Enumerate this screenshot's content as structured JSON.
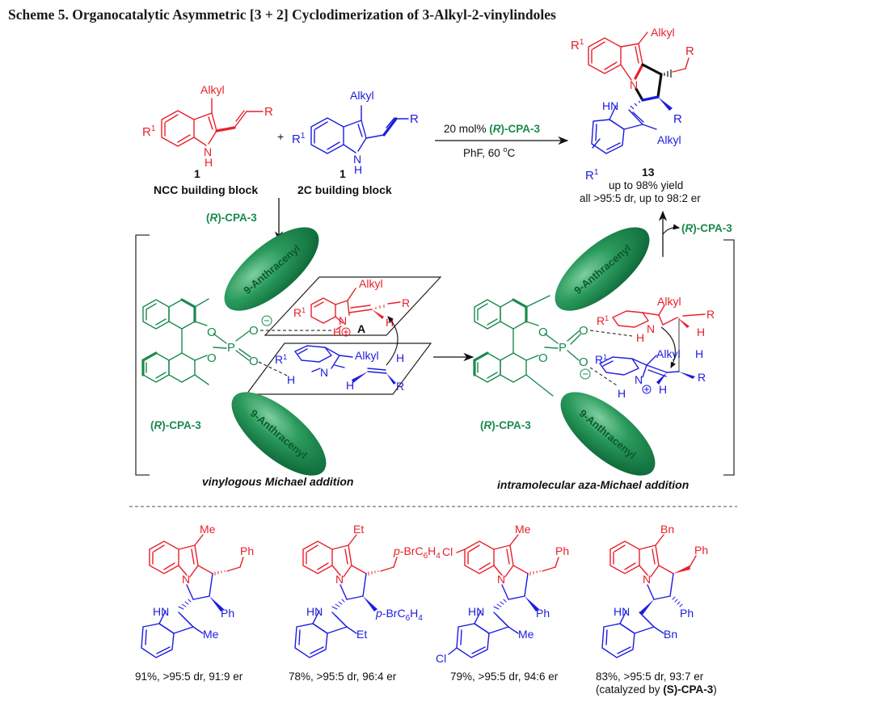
{
  "title": "Scheme 5. Organocatalytic Asymmetric [3 + 2] Cyclodimerization of 3-Alkyl-2-vinylindoles",
  "colors": {
    "ncc": "#e8202a",
    "twoC": "#1c1ce0",
    "catalyst": "#1a8a4e",
    "text": "#111111"
  },
  "reactants": {
    "ncc": {
      "compound": "1",
      "label": "NCC building block",
      "alkyl": "Alkyl",
      "r": "R",
      "r1": "R",
      "r1_sup": "1",
      "nh_n": "N",
      "nh_h": "H"
    },
    "plus": "+",
    "twoC": {
      "compound": "1",
      "label": "2C building block",
      "alkyl": "Alkyl",
      "r": "R",
      "r1": "R",
      "r1_sup": "1",
      "nh_n": "N",
      "nh_h": "H"
    }
  },
  "conditions": {
    "catalyst_loading": "20 mol% ",
    "catalyst": "(R)-CPA-3",
    "catalyst_r": "R",
    "solvent_temp": "PhF, 60 ",
    "deg": "o",
    "unit": "C"
  },
  "product": {
    "compound": "13",
    "yield": "up to 98% yield",
    "selectivity": "all >95:5 dr, up to 98:2 er",
    "alkyl_top": "Alkyl",
    "alkyl_bottom": "Alkyl",
    "r_top": "R",
    "r_bottom": "R",
    "r1": "R",
    "r1_sup": "1",
    "n": "N",
    "hn": "HN"
  },
  "down_arrow_catalyst": "(R)-CPA-3",
  "regenerated_catalyst": "(R)-CPA-3",
  "transition_states": {
    "left": {
      "caption": "vinylogous Michael addition",
      "catalyst": "(R)-CPA-3",
      "anthracenyl_top": "9-Anthracenyl",
      "anthracenyl_bottom": "9-Anthracenyl",
      "intermediate": "A",
      "alkyl_red": "Alkyl",
      "alkyl_blue": "Alkyl",
      "r_red": "R",
      "r_blue": "R",
      "h": "H"
    },
    "right": {
      "caption": "intramolecular aza-Michael addition",
      "catalyst": "(R)-CPA-3",
      "anthracenyl_top": "9-Anthracenyl",
      "anthracenyl_bottom": "9-Anthracenyl",
      "alkyl_red": "Alkyl",
      "alkyl_blue": "Alkyl",
      "r_red": "R",
      "r_blue": "R",
      "h": "H"
    },
    "atoms": {
      "o": "O",
      "p": "P"
    }
  },
  "examples": [
    {
      "top_sub": "Me",
      "side_sub": "Ph",
      "aryl": "Ph",
      "bottom_sub": "Me",
      "cl": "",
      "result": "91%, >95:5 dr, 91:9 er",
      "note": ""
    },
    {
      "top_sub": "Et",
      "side_sub": "p-BrC6H4",
      "aryl": "p-BrC6H4",
      "bottom_sub": "Et",
      "cl": "",
      "result": "78%, >95:5 dr, 96:4 er",
      "note": ""
    },
    {
      "top_sub": "Me",
      "side_sub": "Ph",
      "aryl": "Ph",
      "bottom_sub": "Me",
      "cl": "Cl",
      "result": "79%, >95:5 dr, 94:6 er",
      "note": ""
    },
    {
      "top_sub": "Bn",
      "side_sub": "Ph",
      "aryl": "Ph",
      "bottom_sub": "Bn",
      "cl": "",
      "result": "83%, >95:5 dr, 93:7 er",
      "note_prefix": "(catalyzed by ",
      "note_cat": "(S)-CPA-3",
      "note_suffix": ")"
    }
  ],
  "atoms": {
    "n": "N",
    "hn": "HN"
  }
}
